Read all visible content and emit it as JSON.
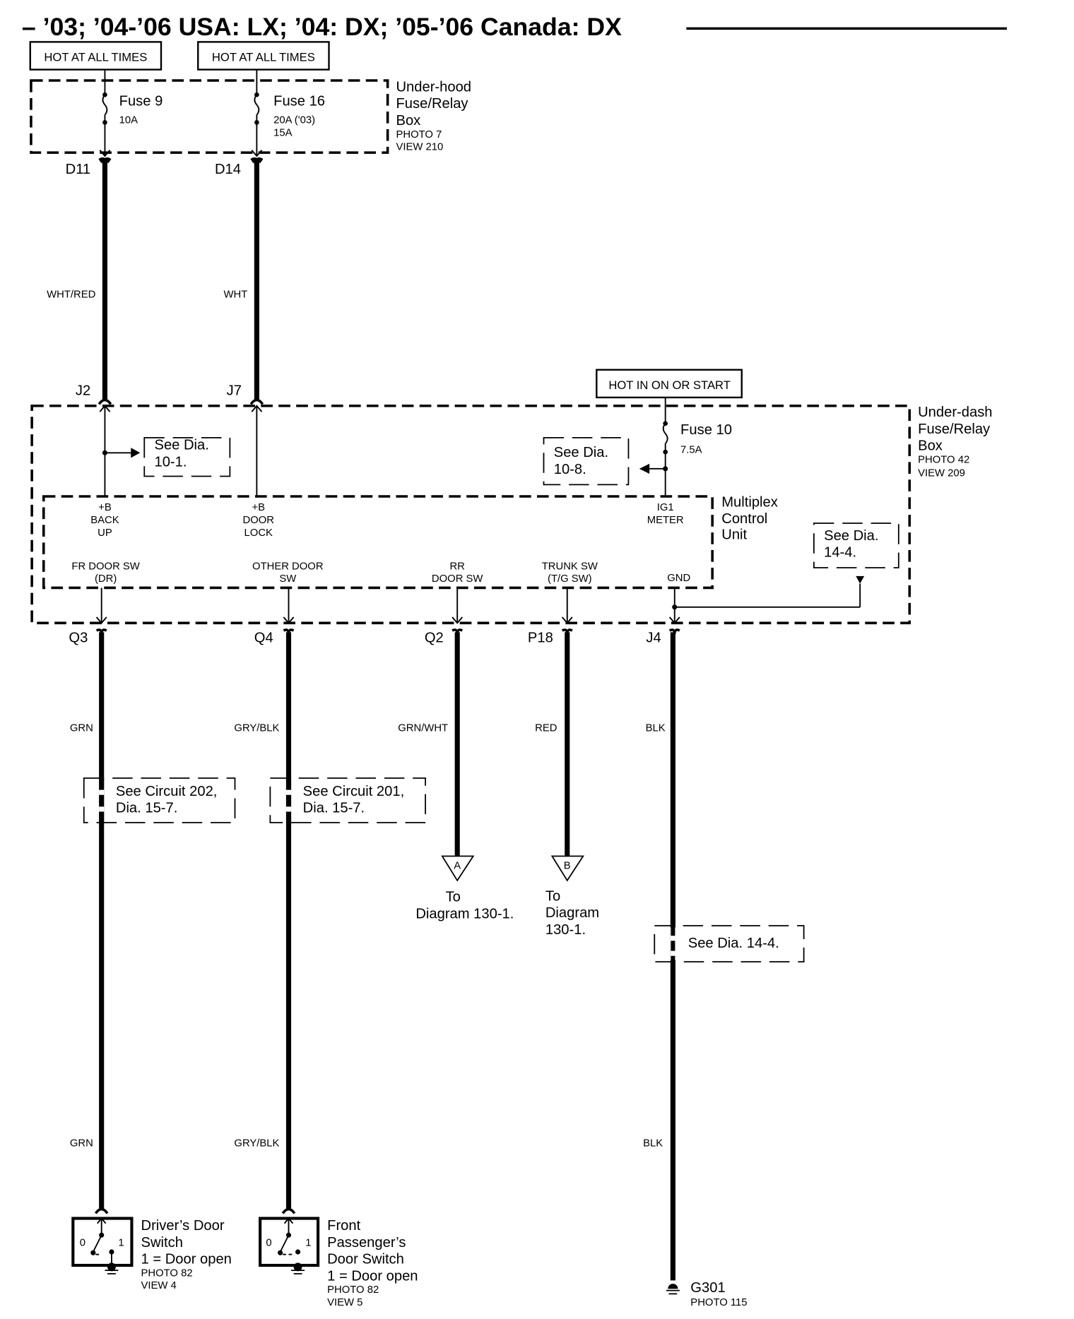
{
  "title": "– ’03; ’04-’06 USA: LX; ’04: DX; ’05-’06 Canada: DX",
  "power_sources": [
    {
      "label": "HOT AT ALL TIMES"
    },
    {
      "label": "HOT AT ALL TIMES"
    },
    {
      "label": "HOT IN ON OR START"
    }
  ],
  "underhood_box": {
    "name_lines": [
      "Under-hood",
      "Fuse/Relay",
      "Box"
    ],
    "photo": "PHOTO 7",
    "view": "VIEW 210",
    "fuses": [
      {
        "name": "Fuse 9",
        "rating_lines": [
          "10A"
        ],
        "connector": "D11",
        "wire_color": "WHT/RED"
      },
      {
        "name": "Fuse 16",
        "rating_lines": [
          "20A ('03)",
          "15A"
        ],
        "connector": "D14",
        "wire_color": "WHT"
      }
    ]
  },
  "underdash_box": {
    "name_lines": [
      "Under-dash",
      "Fuse/Relay",
      "Box"
    ],
    "photo": "PHOTO 42",
    "view": "VIEW 209",
    "input_connectors": [
      "J2",
      "J7"
    ],
    "fuse": {
      "name": "Fuse 10",
      "rating": "7.5A"
    },
    "refs": [
      {
        "lines": [
          "See Dia.",
          "10-1."
        ]
      },
      {
        "lines": [
          "See Dia.",
          "10-8."
        ]
      },
      {
        "lines": [
          "See Dia.",
          "14-4."
        ]
      }
    ]
  },
  "multiplex_unit": {
    "name_lines": [
      "Multiplex",
      "Control",
      "Unit"
    ],
    "top_pins": [
      {
        "lines": [
          "+B",
          "BACK",
          "UP"
        ]
      },
      {
        "lines": [
          "+B",
          "DOOR",
          "LOCK"
        ]
      },
      {
        "lines": [
          "IG1",
          "METER"
        ]
      }
    ],
    "bottom_pins": [
      {
        "lines": [
          "FR DOOR SW",
          "(DR)"
        ]
      },
      {
        "lines": [
          "OTHER DOOR",
          "SW"
        ]
      },
      {
        "lines": [
          "RR",
          "DOOR SW"
        ]
      },
      {
        "lines": [
          "TRUNK SW",
          "(T/G SW)"
        ]
      },
      {
        "lines": [
          "GND"
        ]
      }
    ]
  },
  "output_wires": [
    {
      "connector": "Q3",
      "color": "GRN",
      "color_lower": "GRN"
    },
    {
      "connector": "Q4",
      "color": "GRY/BLK",
      "color_lower": "GRY/BLK"
    },
    {
      "connector": "Q2",
      "color": "GRN/WHT"
    },
    {
      "connector": "P18",
      "color": "RED"
    },
    {
      "connector": "J4",
      "color": "BLK",
      "color_lower": "BLK"
    }
  ],
  "circuit_refs": [
    {
      "lines": [
        "See Circuit 202,",
        "Dia. 15-7."
      ]
    },
    {
      "lines": [
        "See Circuit 201,",
        "Dia. 15-7."
      ]
    },
    {
      "lines": [
        "See Dia. 14-4."
      ]
    }
  ],
  "offpage": [
    {
      "letter": "A",
      "lines": [
        "To",
        "Diagram 130-1."
      ]
    },
    {
      "letter": "B",
      "lines": [
        "To",
        "Diagram",
        "130-1."
      ]
    }
  ],
  "switches": [
    {
      "name_lines": [
        "Driver’s Door",
        "Switch"
      ],
      "state": "1 =  Door open",
      "photo": "PHOTO 82",
      "view": "VIEW 4",
      "pos0": "0",
      "pos1": "1"
    },
    {
      "name_lines": [
        "Front",
        "Passenger’s",
        "Door Switch"
      ],
      "state": "1 =  Door open",
      "photo": "PHOTO 82",
      "view": "VIEW 5",
      "pos0": "0",
      "pos1": "1"
    }
  ],
  "ground": {
    "name": "G301",
    "photo": "PHOTO 115"
  }
}
